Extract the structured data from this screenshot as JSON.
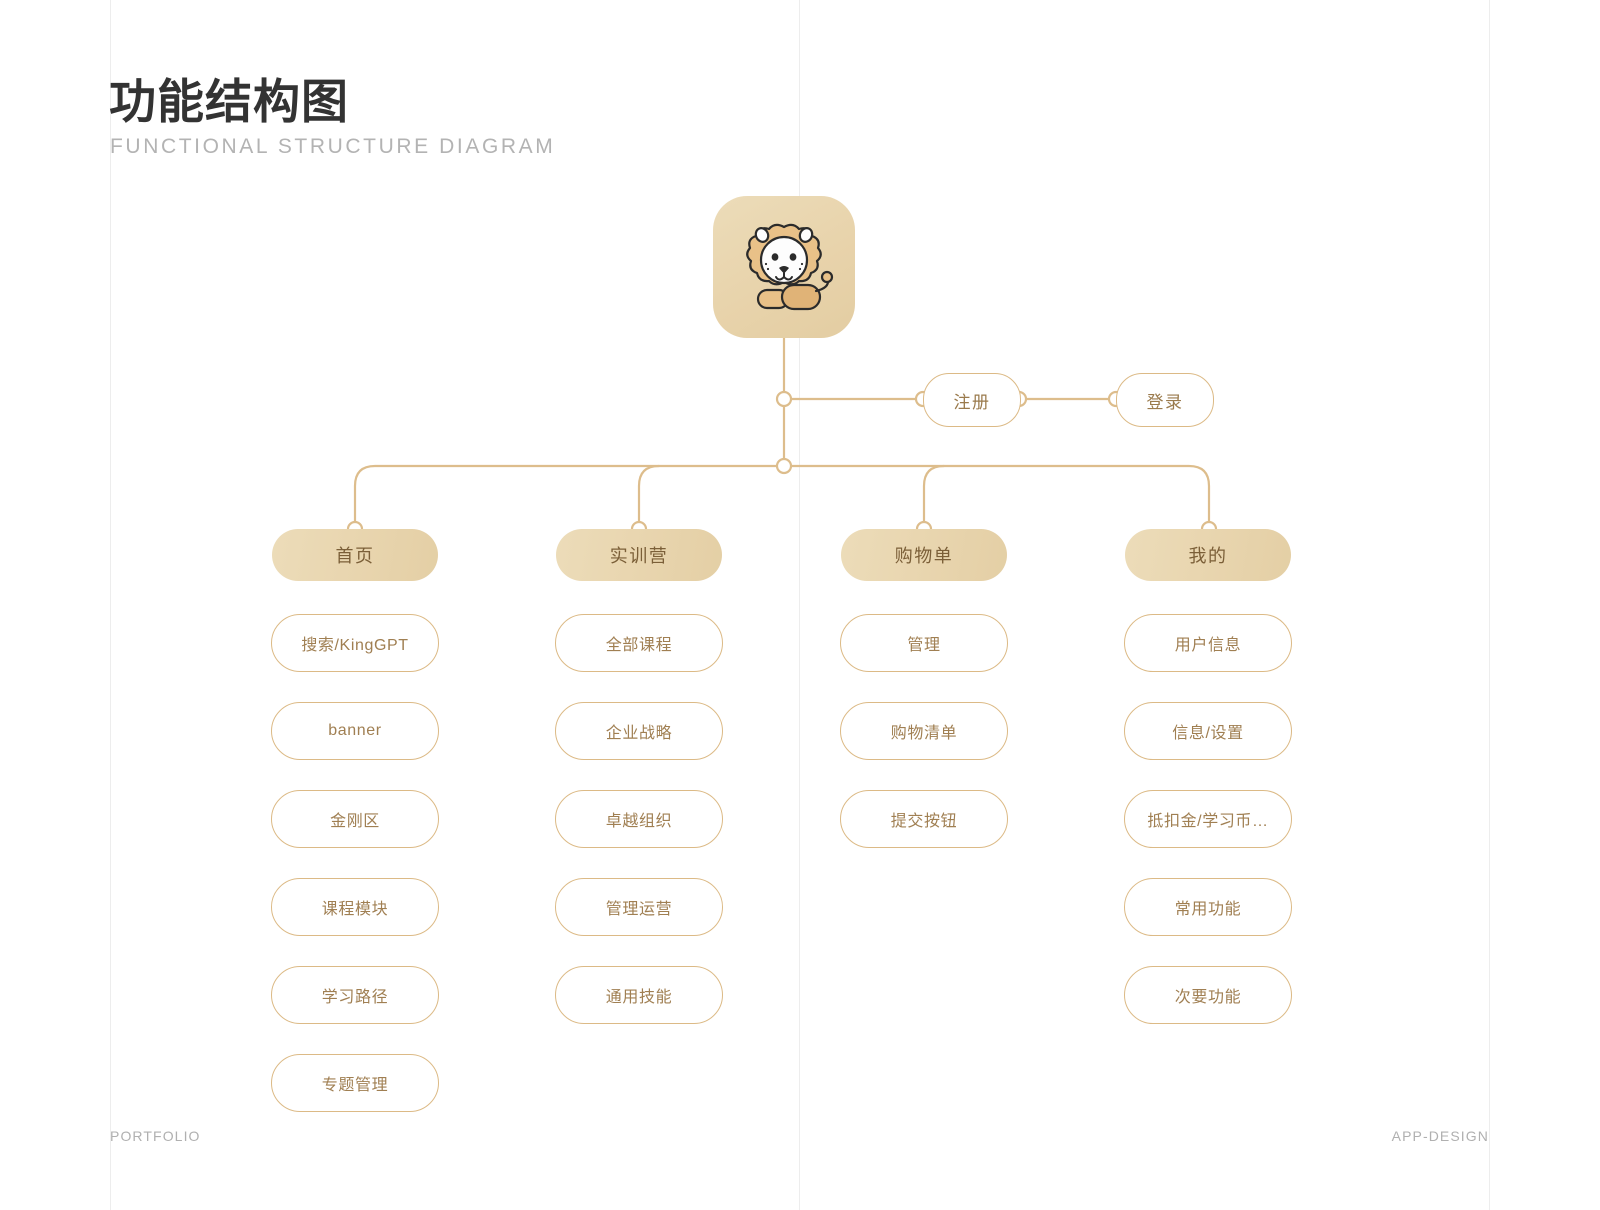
{
  "header": {
    "title": "功能结构图",
    "subtitle": "FUNCTIONAL STRUCTURE DIAGRAM"
  },
  "footer": {
    "left": "PORTFOLIO",
    "right": "APP-DESIGN"
  },
  "colors": {
    "line": "#ddbd8c",
    "node_border": "#dcba86",
    "node_text": "#a07f52",
    "category_text": "#7b5f38",
    "logo_bg_start": "#ecdcb9",
    "logo_bg_end": "#e3cda2",
    "title_text": "#333333",
    "subtitle_text": "#b3b3b3",
    "footer_text": "#b0b0b0",
    "guide_line": "#ededed"
  },
  "logo": {
    "icon": "lion-mascot-icon",
    "alt": "lion"
  },
  "auth_nodes": [
    {
      "label": "注册"
    },
    {
      "label": "登录"
    }
  ],
  "categories": [
    {
      "label": "首页",
      "items": [
        {
          "label": "搜索/KingGPT"
        },
        {
          "label": "banner"
        },
        {
          "label": "金刚区"
        },
        {
          "label": "课程模块"
        },
        {
          "label": "学习路径"
        },
        {
          "label": "专题管理"
        }
      ]
    },
    {
      "label": "实训营",
      "items": [
        {
          "label": "全部课程"
        },
        {
          "label": "企业战略"
        },
        {
          "label": "卓越组织"
        },
        {
          "label": "管理运营"
        },
        {
          "label": "通用技能"
        }
      ]
    },
    {
      "label": "购物单",
      "items": [
        {
          "label": "管理"
        },
        {
          "label": "购物清单"
        },
        {
          "label": "提交按钮"
        }
      ]
    },
    {
      "label": "我的",
      "items": [
        {
          "label": "用户信息"
        },
        {
          "label": "信息/设置"
        },
        {
          "label": "抵扣金/学习币…"
        },
        {
          "label": "常用功能"
        },
        {
          "label": "次要功能"
        }
      ]
    }
  ]
}
